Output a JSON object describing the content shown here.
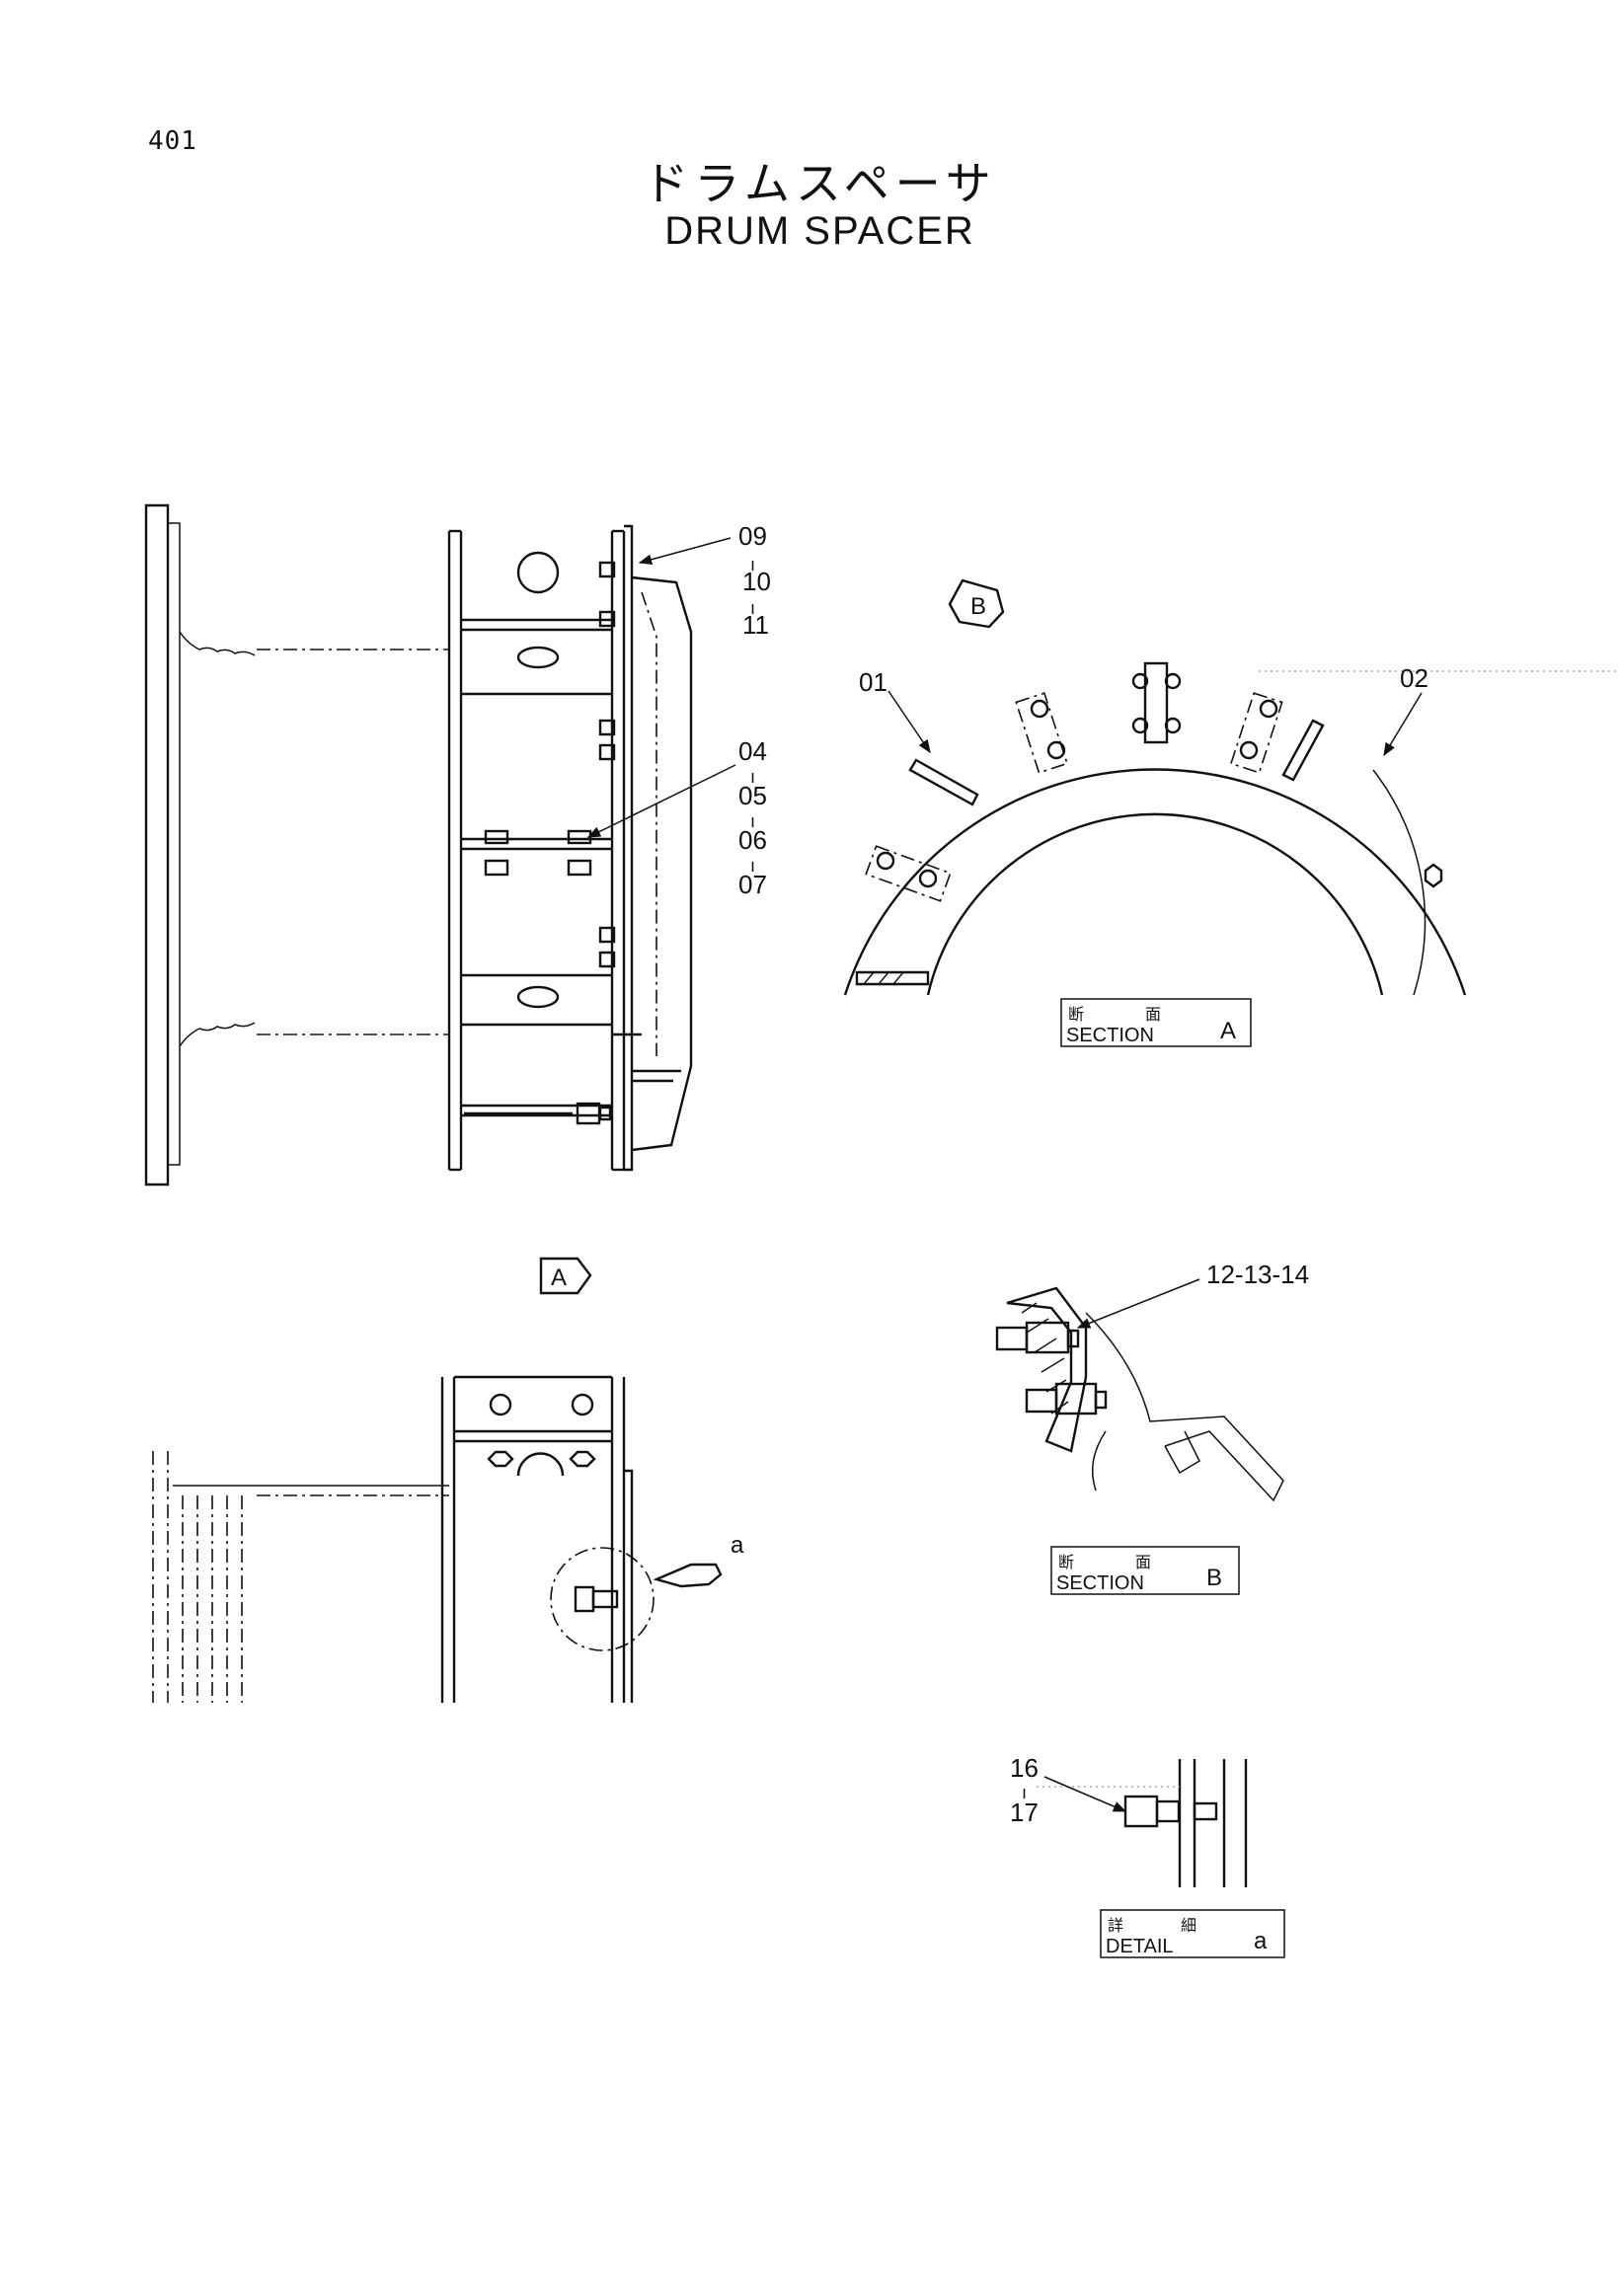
{
  "page": {
    "number": "401"
  },
  "title": {
    "japanese": "ドラムスペーサ",
    "english": "DRUM SPACER"
  },
  "callouts": {
    "c09": "09",
    "c10": "10",
    "c11": "11",
    "c04": "04",
    "c05": "05",
    "c06": "06",
    "c07": "07",
    "c01": "01",
    "c02": "02",
    "c12_13_14": "12-13-14",
    "c16": "16",
    "c17": "17",
    "sep": "-",
    "sep_small": "ı"
  },
  "view_markers": {
    "a": "A",
    "b": "B",
    "detail_pointer": "a"
  },
  "section_a": {
    "jp_left": "断",
    "jp_right": "面",
    "en": "SECTION",
    "id": "A"
  },
  "section_b": {
    "jp_left": "断",
    "jp_right": "面",
    "en": "SECTION",
    "id": "B"
  },
  "detail_a": {
    "jp_left": "詳",
    "jp_right": "細",
    "en": "DETAIL",
    "id": "a"
  },
  "icons": [
    "view-arrow-icon",
    "hex-bolt-icon",
    "hex-nut-icon",
    "leader-arrow-icon"
  ]
}
